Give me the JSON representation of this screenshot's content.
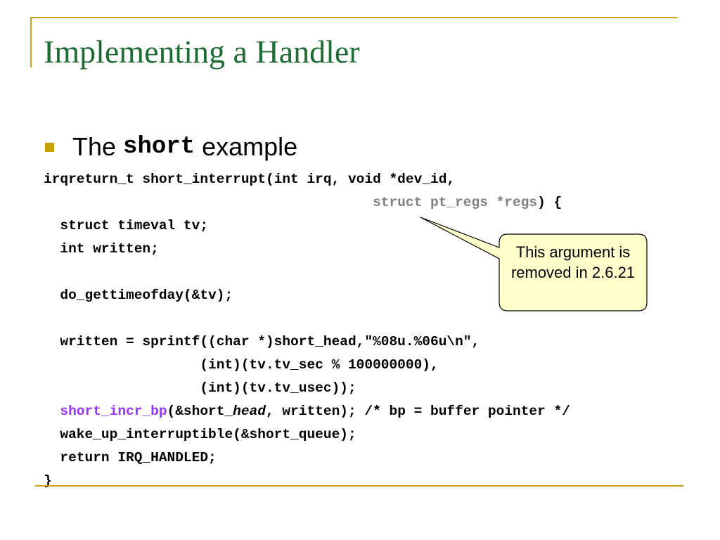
{
  "slide": {
    "title": "Implementing a Handler",
    "bullet": {
      "prefix": "The",
      "code": "short",
      "suffix": "example"
    },
    "code": {
      "line1": "irqreturn_t short_interrupt(int irq, void *dev_id,",
      "line2_indent": "                                        ",
      "line2_gray": "struct pt_regs *regs",
      "line2_rest": ") {",
      "line3": "  struct timeval tv;",
      "line4": "  int written;",
      "line5": "",
      "line6": "  do_gettimeofday(&tv);",
      "line7": "",
      "line8": "  written = sprintf((char *)short_head,\"%08u.%06u\\n\",",
      "line9": "                   (int)(tv.tv_sec % 100000000),",
      "line10": "                   (int)(tv.tv_usec));",
      "line11_indent": "  ",
      "line11_func": "short_incr_bp",
      "line11_a": "(&short_",
      "line11_ital": "head",
      "line11_b": ", written); /* bp = buffer pointer */",
      "line12": "  wake_up_interruptible(&short_queue);",
      "line13": "  return IRQ_HANDLED;",
      "line14": "}"
    },
    "callout": {
      "text": "This argument is removed in 2.6.21"
    },
    "colors": {
      "title": "#1e6b34",
      "accent_rule": "#d4a017",
      "bullet": "#c8a000",
      "callout_fill": "#ffffcc",
      "deprecated_code": "#7f7f7f",
      "function_highlight": "#9933ff"
    }
  }
}
